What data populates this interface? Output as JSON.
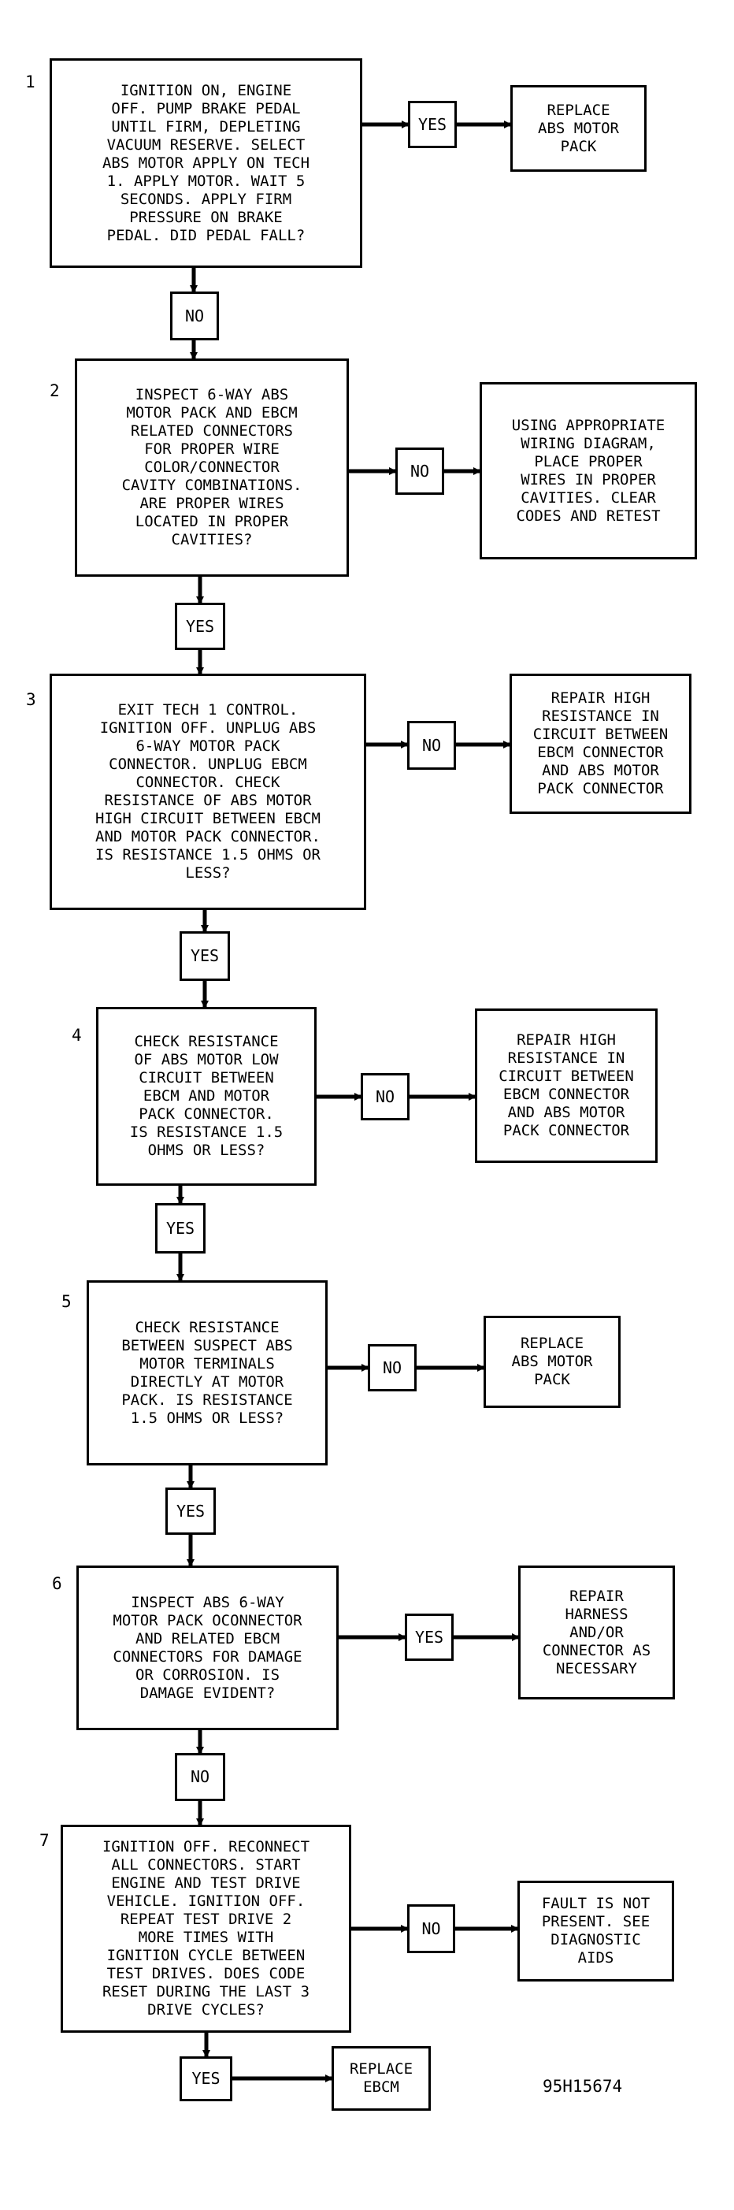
{
  "steps": [
    {
      "number": "1",
      "question": "IGNITION ON, ENGINE\nOFF. PUMP BRAKE PEDAL\nUNTIL FIRM, DEPLETING\nVACUUM RESERVE. SELECT\nABS MOTOR APPLY ON TECH\n1. APPLY MOTOR. WAIT 5\nSECONDS. APPLY FIRM\nPRESSURE ON BRAKE\nPEDAL. DID PEDAL FALL?",
      "side_answer": "YES",
      "side_action": "REPLACE\nABS MOTOR\nPACK",
      "down_answer": "NO"
    },
    {
      "number": "2",
      "question": "INSPECT 6-WAY ABS\nMOTOR PACK AND EBCM\nRELATED CONNECTORS\nFOR PROPER WIRE\nCOLOR/CONNECTOR\nCAVITY COMBINATIONS.\nARE PROPER WIRES\nLOCATED IN PROPER\nCAVITIES?",
      "side_answer": "NO",
      "side_action": "USING APPROPRIATE\nWIRING DIAGRAM,\nPLACE PROPER\nWIRES IN PROPER\nCAVITIES. CLEAR\nCODES AND RETEST",
      "down_answer": "YES"
    },
    {
      "number": "3",
      "question": "EXIT TECH 1 CONTROL.\nIGNITION OFF. UNPLUG ABS\n6-WAY MOTOR PACK\nCONNECTOR. UNPLUG EBCM\nCONNECTOR. CHECK\nRESISTANCE OF ABS MOTOR\nHIGH CIRCUIT BETWEEN EBCM\nAND MOTOR PACK CONNECTOR.\nIS RESISTANCE 1.5 OHMS OR\nLESS?",
      "side_answer": "NO",
      "side_action": "REPAIR HIGH\nRESISTANCE IN\nCIRCUIT BETWEEN\nEBCM CONNECTOR\nAND ABS MOTOR\nPACK CONNECTOR",
      "down_answer": "YES"
    },
    {
      "number": "4",
      "question": "CHECK RESISTANCE\nOF ABS MOTOR LOW\nCIRCUIT BETWEEN\nEBCM AND MOTOR\nPACK CONNECTOR.\nIS RESISTANCE 1.5\nOHMS OR LESS?",
      "side_answer": "NO",
      "side_action": "REPAIR HIGH\nRESISTANCE IN\nCIRCUIT BETWEEN\nEBCM CONNECTOR\nAND ABS MOTOR\nPACK CONNECTOR",
      "down_answer": "YES"
    },
    {
      "number": "5",
      "question": "CHECK RESISTANCE\nBETWEEN SUSPECT ABS\nMOTOR TERMINALS\nDIRECTLY AT MOTOR\nPACK. IS RESISTANCE\n1.5 OHMS OR LESS?",
      "side_answer": "NO",
      "side_action": "REPLACE\nABS MOTOR\nPACK",
      "down_answer": "YES"
    },
    {
      "number": "6",
      "question": "INSPECT ABS 6-WAY\nMOTOR PACK OCONNECTOR\nAND RELATED EBCM\nCONNECTORS FOR DAMAGE\nOR CORROSION. IS\nDAMAGE EVIDENT?",
      "side_answer": "YES",
      "side_action": "REPAIR\nHARNESS\nAND/OR\nCONNECTOR AS\nNECESSARY",
      "down_answer": "NO"
    },
    {
      "number": "7",
      "question": "IGNITION OFF. RECONNECT\nALL CONNECTORS. START\nENGINE AND TEST DRIVE\nVEHICLE. IGNITION OFF.\nREPEAT TEST DRIVE 2\nMORE TIMES WITH\nIGNITION CYCLE BETWEEN\nTEST DRIVES. DOES CODE\nRESET DURING THE LAST 3\nDRIVE CYCLES?",
      "side_answer": "NO",
      "side_action": "FAULT IS NOT\nPRESENT. SEE\nDIAGNOSTIC\nAIDS",
      "down_answer": "YES"
    }
  ],
  "final_action": "REPLACE\nEBCM",
  "reference_code": "95H15674"
}
